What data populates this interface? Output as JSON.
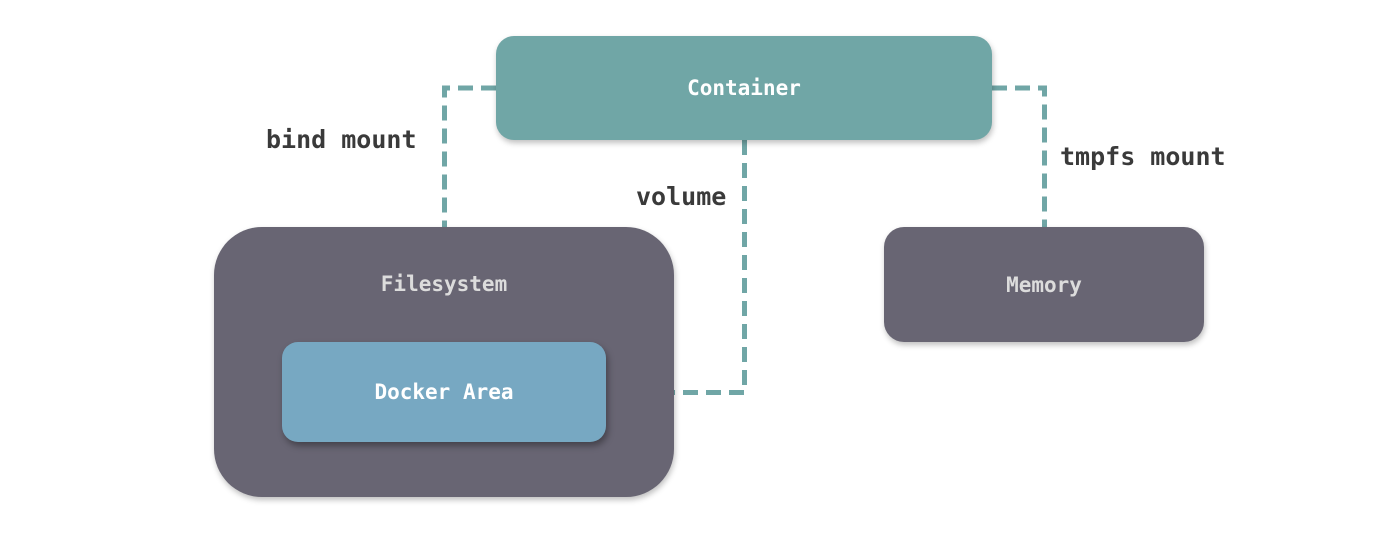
{
  "diagram": {
    "title": "Docker storage mount types",
    "nodes": {
      "container": "Container",
      "filesystem": "Filesystem",
      "docker_area": "Docker Area",
      "memory": "Memory"
    },
    "edges": [
      {
        "from": "Container",
        "to": "Filesystem",
        "label": "bind mount",
        "style": "dashed"
      },
      {
        "from": "Container",
        "to": "Docker Area",
        "label": "volume",
        "style": "dashed"
      },
      {
        "from": "Container",
        "to": "Memory",
        "label": "tmpfs mount",
        "style": "dashed"
      }
    ],
    "labels": {
      "bind_mount": "bind mount",
      "volume": "volume",
      "tmpfs_mount": "tmpfs mount"
    },
    "colors": {
      "container": "#70a6a6",
      "filesystem": "#686573",
      "docker_area": "#77a8c2",
      "memory": "#686573",
      "connector": "#70a6a6",
      "label_text": "#3a3a3a"
    }
  }
}
